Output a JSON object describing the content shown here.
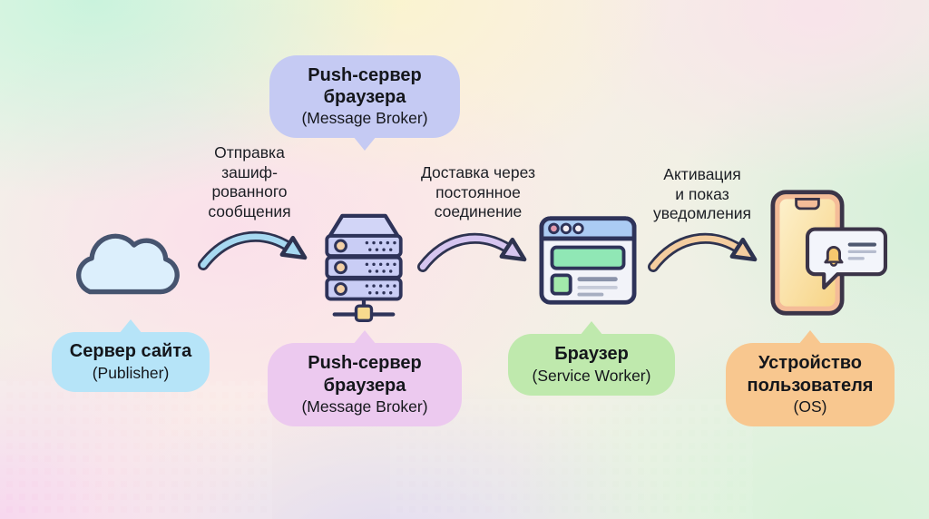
{
  "diagram": {
    "top_callout": {
      "title": "Push-сервер\nбраузера",
      "subtitle": "(Message Broker)",
      "color": "#c5caf3"
    },
    "arrows": [
      {
        "label": "Отправка\nзашиф-\nрованного\nсообщения",
        "color": "#a7d9f1",
        "outline": "#2e3350"
      },
      {
        "label": "Доставка через\nпостоянное\nсоединение",
        "color": "#d6c5f0",
        "outline": "#2e3350"
      },
      {
        "label": "Активация\nи показ\nуведомления",
        "color": "#f4cd9f",
        "outline": "#2e3350"
      }
    ],
    "nodes": [
      {
        "id": "publisher",
        "icon": "cloud-icon",
        "title": "Сервер сайта",
        "subtitle": "(Publisher)",
        "bubble_color": "#b6e4f8"
      },
      {
        "id": "message-broker",
        "icon": "server-stack-icon",
        "title": "Push-сервер\nбраузера",
        "subtitle": "(Message Broker)",
        "bubble_color": "#ecc9ef"
      },
      {
        "id": "service-worker",
        "icon": "browser-window-icon",
        "title": "Браузер",
        "subtitle": "(Service Worker)",
        "bubble_color": "#bfe9ad"
      },
      {
        "id": "user-device",
        "icon": "smartphone-icon",
        "title": "Устройство\nпользователя",
        "subtitle": "(OS)",
        "bubble_color": "#f8c78f"
      }
    ]
  }
}
